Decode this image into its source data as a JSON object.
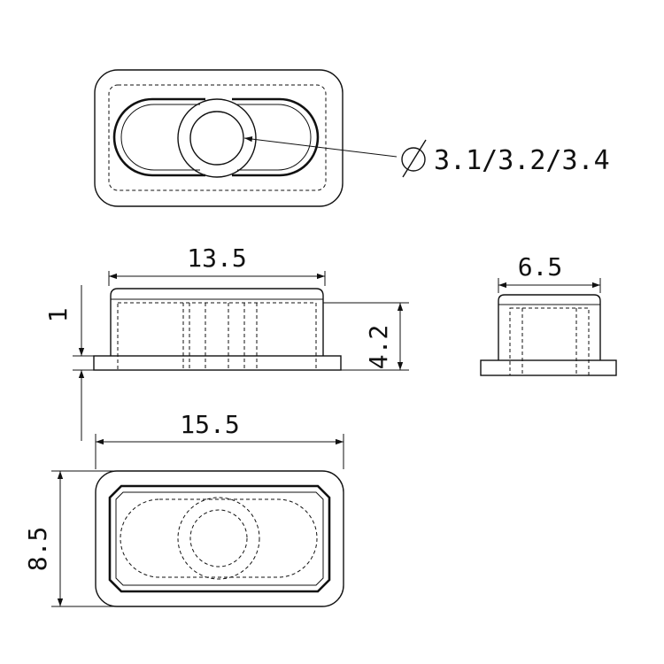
{
  "labels": {
    "hole_diameter": "3.1/3.2/3.4",
    "cap_length": "13.5",
    "base_thickness": "1",
    "total_height": "4.2",
    "cap_width": "6.5",
    "base_length": "15.5",
    "base_width": "8.5"
  },
  "symbols": {
    "diameter": "diameter-symbol"
  }
}
